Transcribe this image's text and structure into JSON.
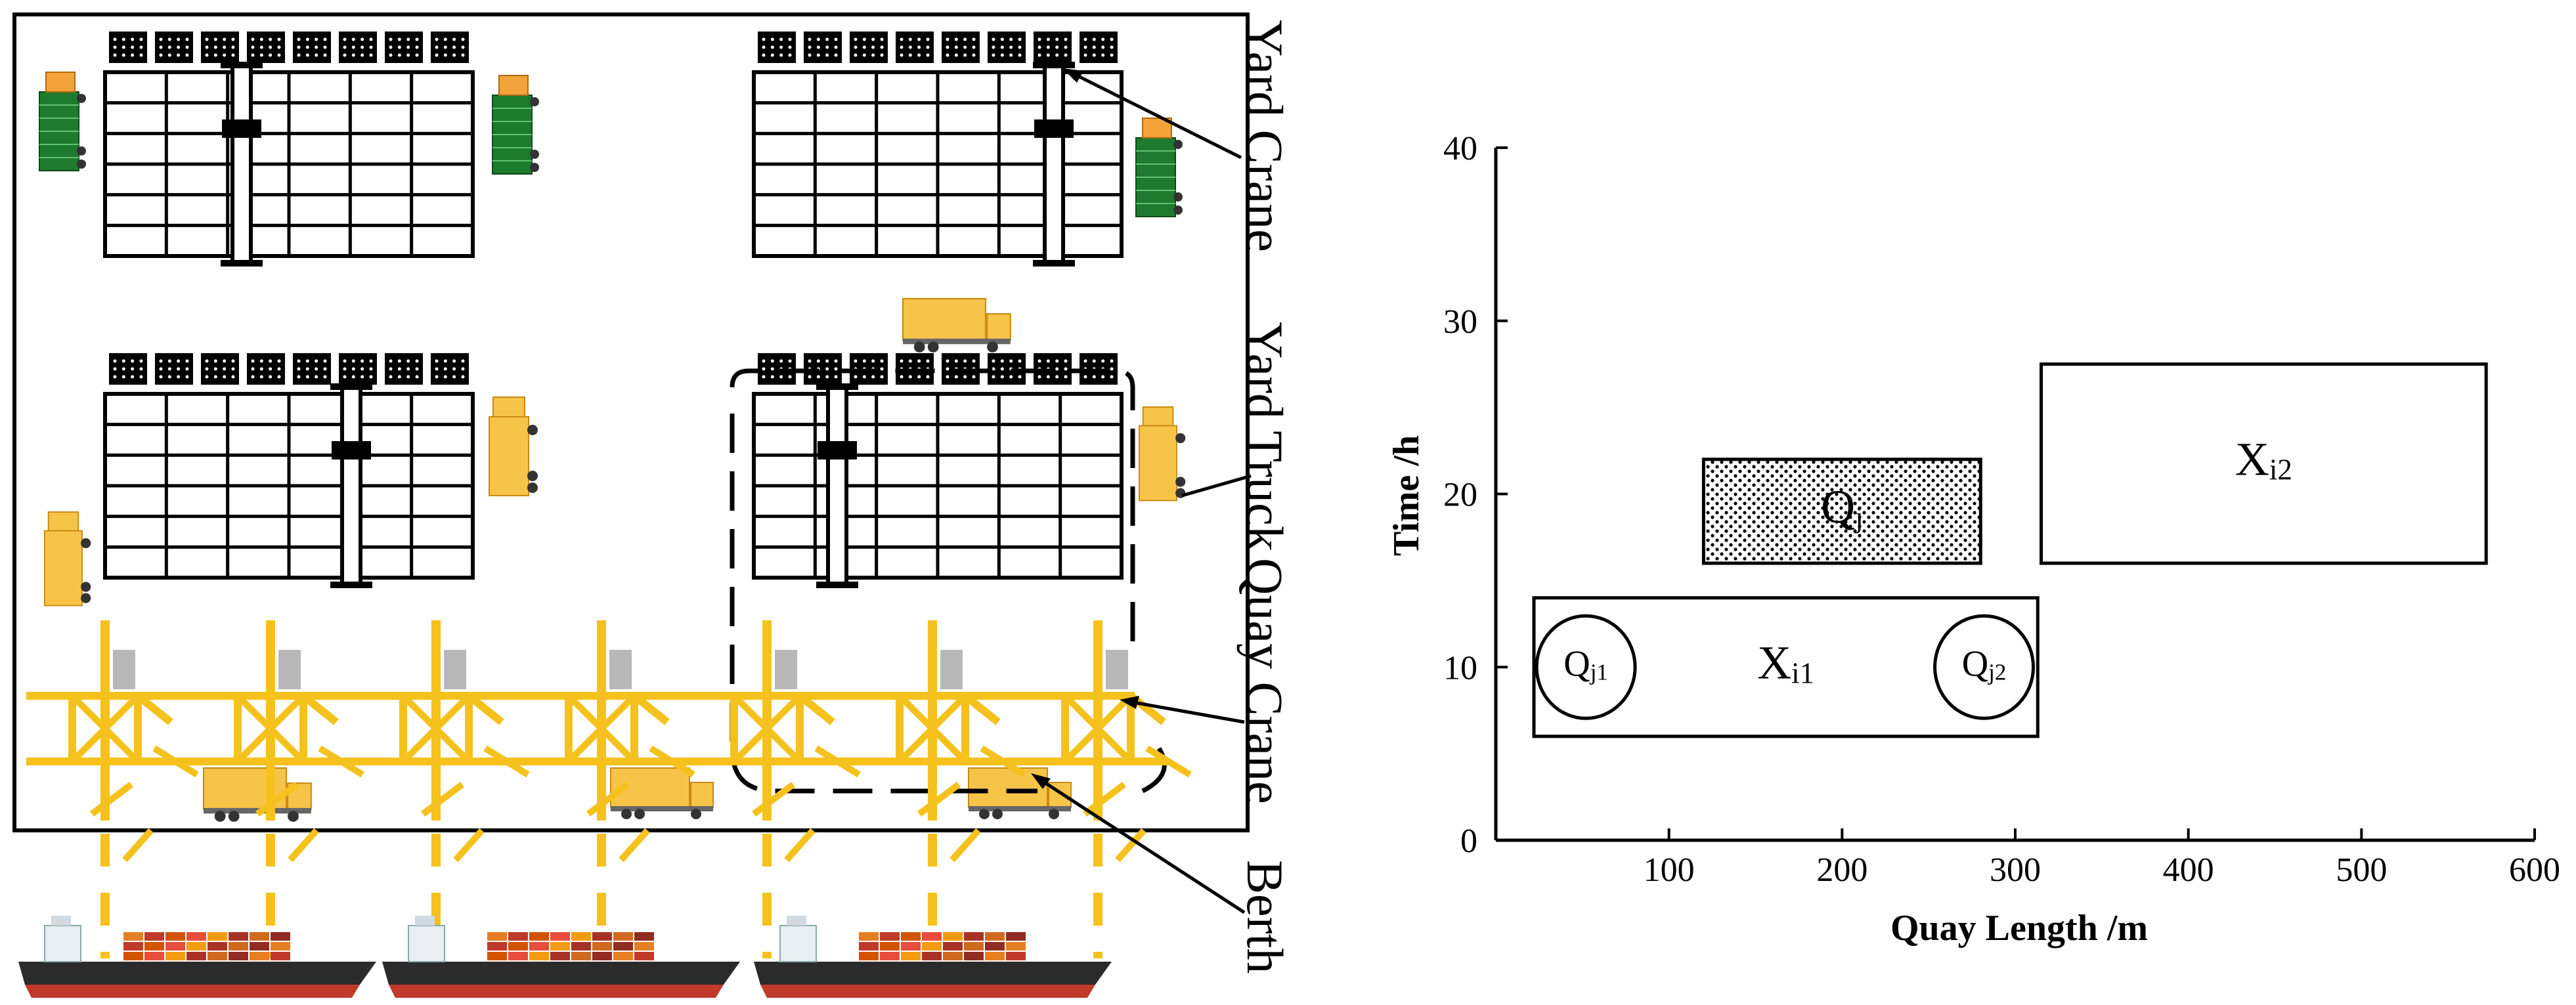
{
  "labels": {
    "yard_crane": "Yard Crane",
    "yard_truck": "Yard Truck",
    "quay_crane": "Quay Crane",
    "berth": "Berth"
  },
  "chart_data": {
    "type": "berth-allocation",
    "xlabel": "Quay Length /m",
    "ylabel": "Time /h",
    "xlim": [
      0,
      600
    ],
    "ylim": [
      0,
      40
    ],
    "xticks": [
      "100",
      "200",
      "300",
      "400",
      "500",
      "600"
    ],
    "yticks": [
      "0",
      "10",
      "20",
      "30",
      "40"
    ],
    "blocks": [
      {
        "label": "X",
        "sub": "i1",
        "x0": 22,
        "x1": 313,
        "y0": 6,
        "y1": 14,
        "fill": "none"
      },
      {
        "label": "X",
        "sub": "i2",
        "x0": 315,
        "x1": 572,
        "y0": 16,
        "y1": 27.5,
        "fill": "none"
      },
      {
        "label": "Q",
        "sub": "j",
        "x0": 120,
        "x1": 280,
        "y0": 16,
        "y1": 22,
        "fill": "dots"
      }
    ],
    "circles": [
      {
        "label": "Q",
        "sub": "j1",
        "x": 52,
        "y": 10
      },
      {
        "label": "Q",
        "sub": "j2",
        "x": 282,
        "y": 10
      }
    ]
  }
}
